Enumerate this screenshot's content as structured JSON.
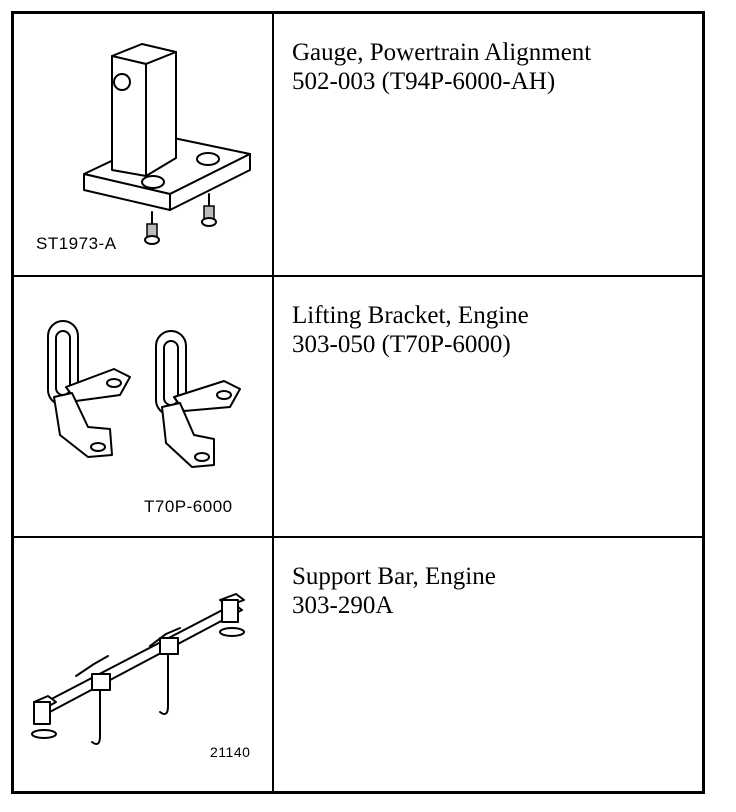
{
  "tools": [
    {
      "name": "Gauge, Powertrain Alignment",
      "number": "502-003 (T94P-6000-AH)",
      "figure_label": "ST1973-A",
      "icon": "powertrain-alignment-gauge-illustration"
    },
    {
      "name": "Lifting Bracket, Engine",
      "number": "303-050 (T70P-6000)",
      "figure_label": "T70P-6000",
      "icon": "engine-lifting-bracket-illustration"
    },
    {
      "name": "Support Bar, Engine",
      "number": "303-290A",
      "figure_label": "21140",
      "icon": "engine-support-bar-illustration"
    }
  ]
}
